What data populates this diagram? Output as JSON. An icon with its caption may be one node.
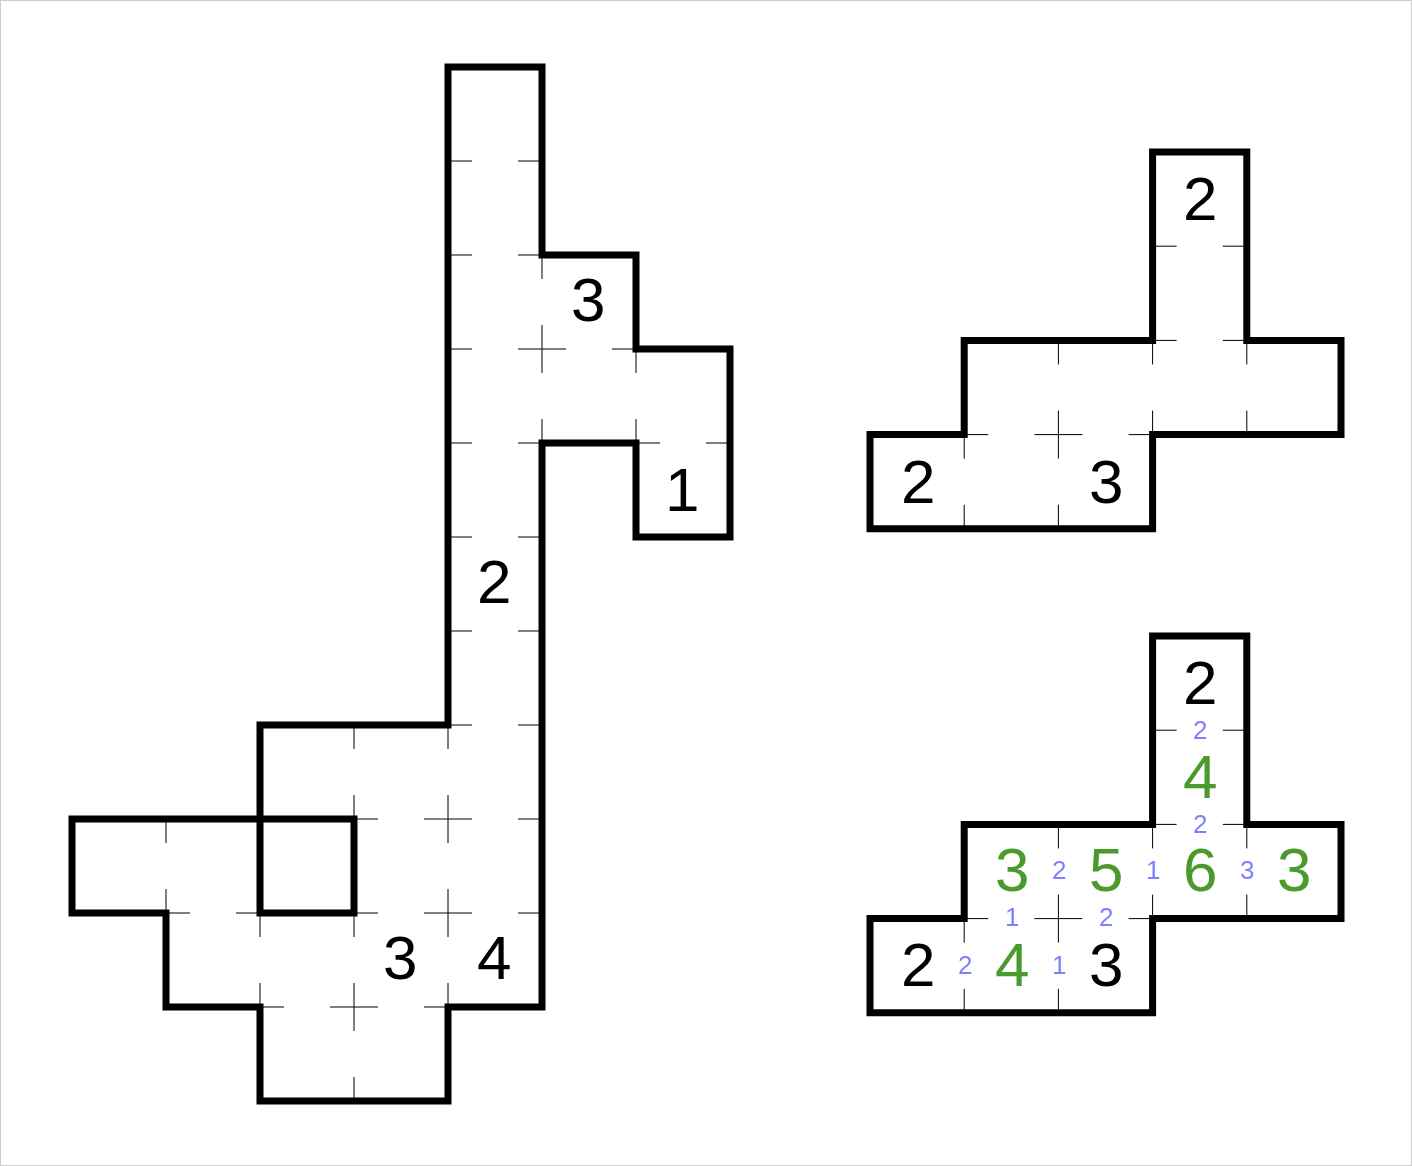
{
  "diagram": {
    "labels": [
      "3",
      "1",
      "2",
      "3",
      "4",
      "2",
      "2",
      "3",
      "2",
      "2",
      "4",
      "2",
      "3",
      "2",
      "5",
      "1",
      "6",
      "3",
      "3",
      "1",
      "2",
      "2",
      "2",
      "4",
      "1",
      "3"
    ]
  }
}
